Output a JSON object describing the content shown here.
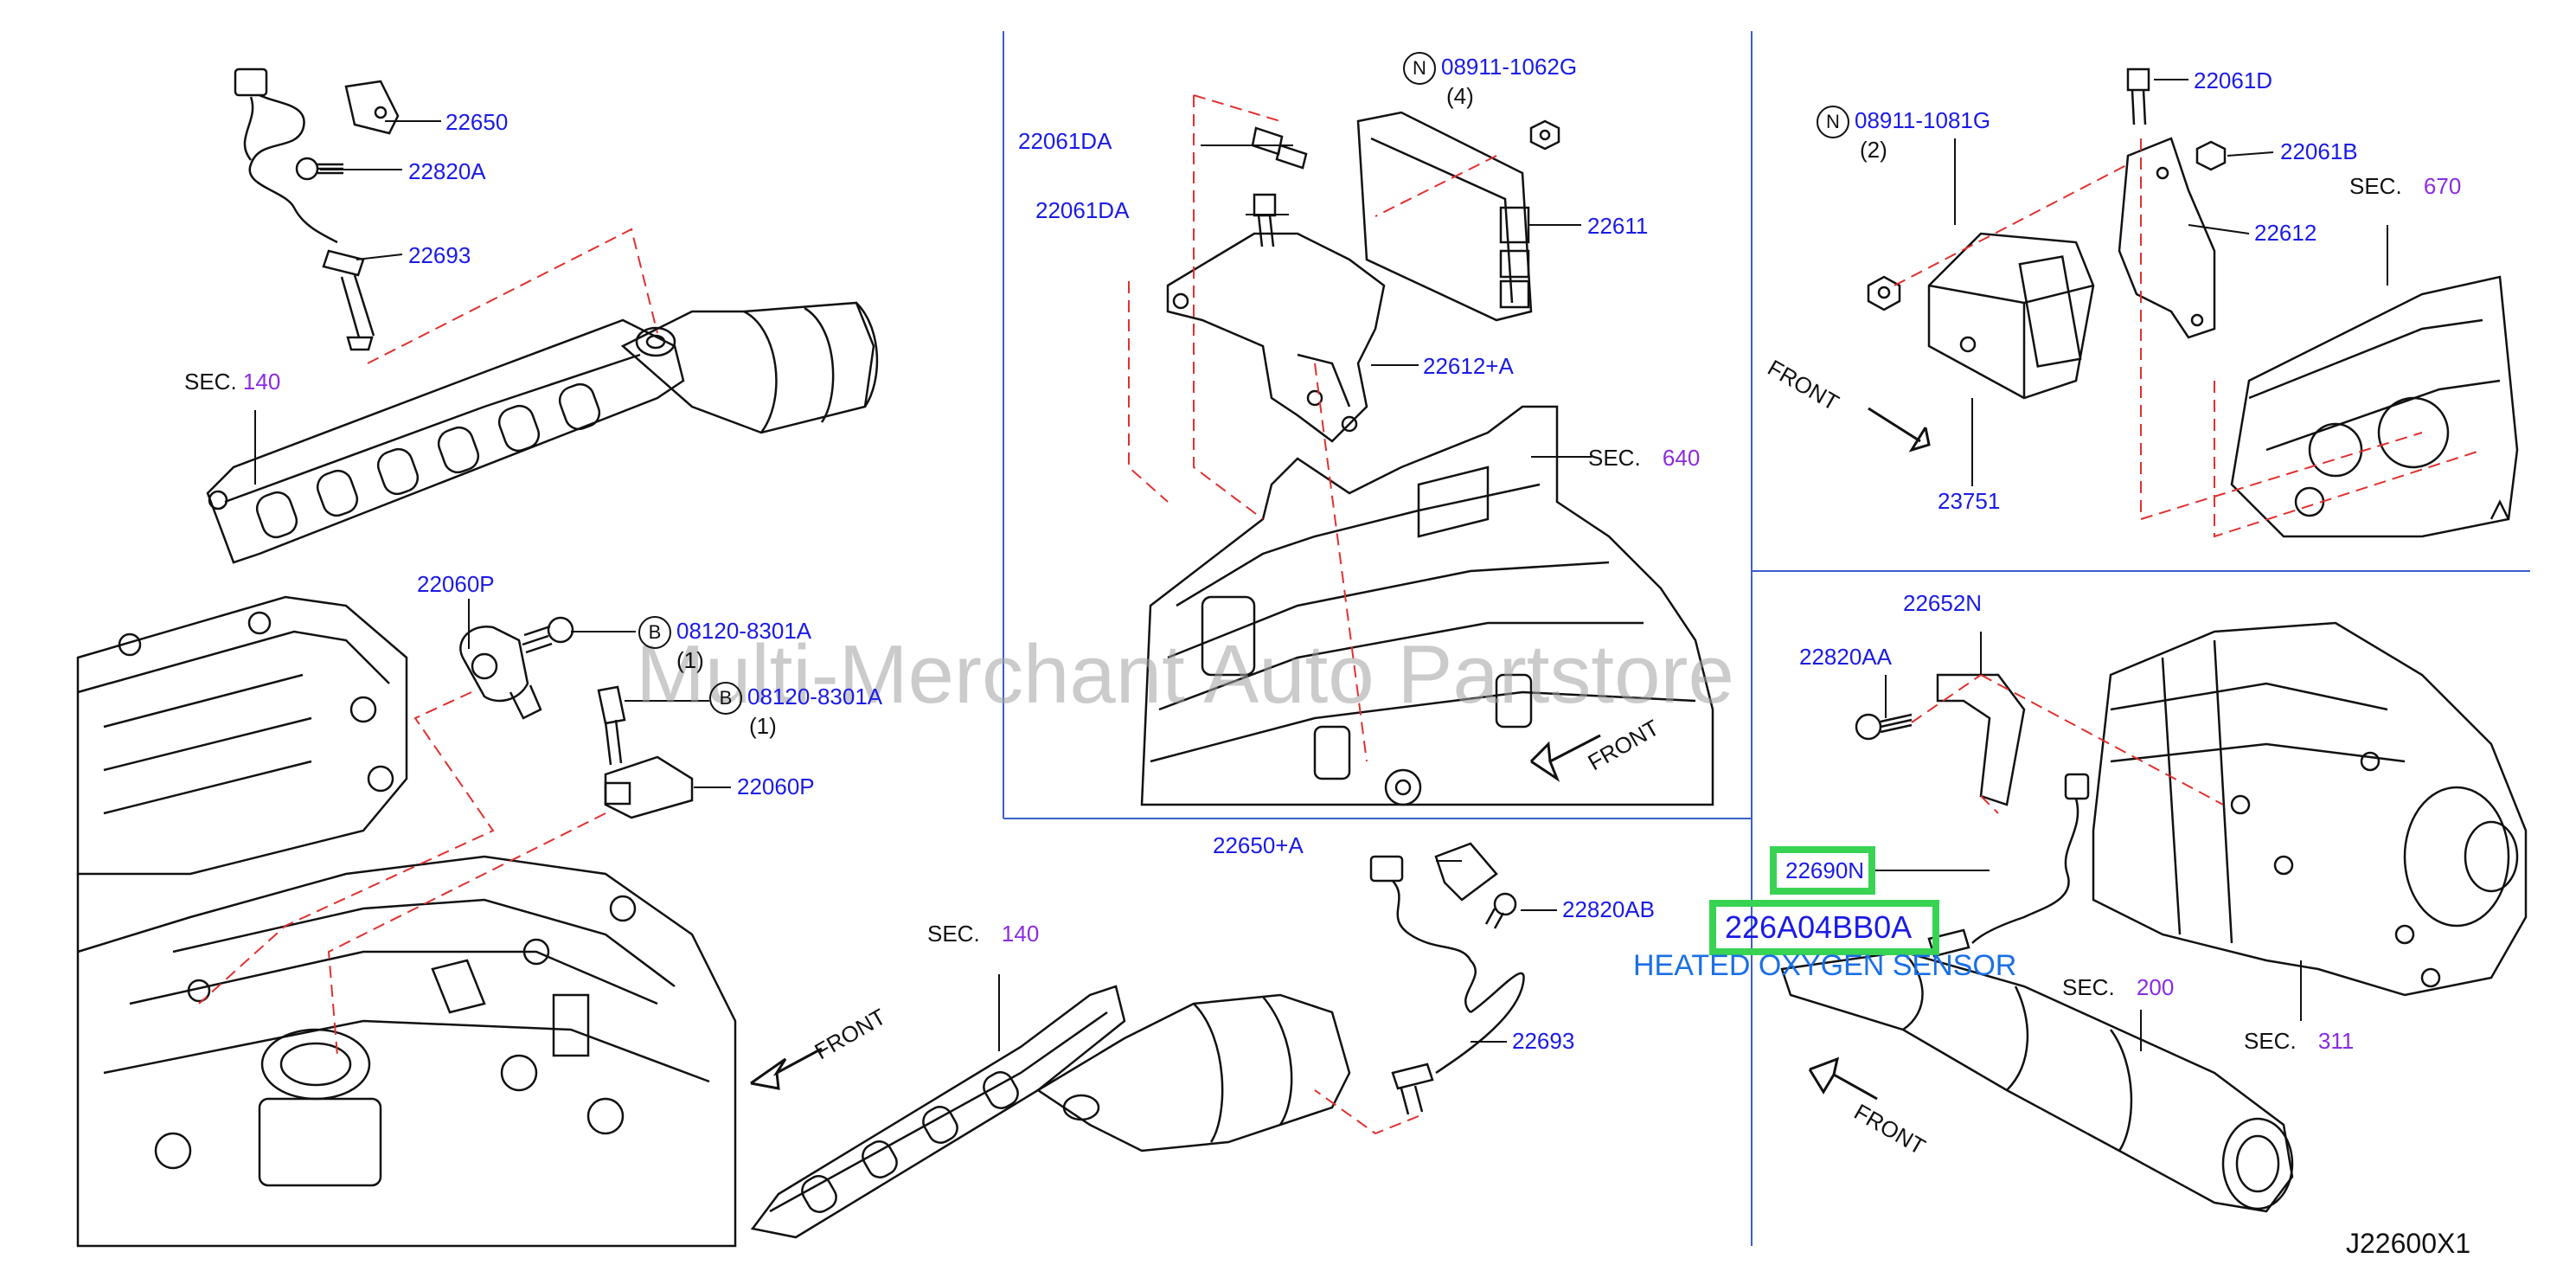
{
  "watermark": "Multi-Merchant Auto Partstore",
  "diagram_code": "J22600X1",
  "labels": {
    "p22650": "22650",
    "p22820A": "22820A",
    "p22693a": "22693",
    "p22060P_top": "22060P",
    "b08120_1": "08120-8301A",
    "b08120_1_qty": "(1)",
    "b08120_2": "08120-8301A",
    "b08120_2_qty": "(1)",
    "p22060P_bottom": "22060P",
    "p22061DA_1": "22061DA",
    "p22061DA_2": "22061DA",
    "n08911_1062G": "08911-1062G",
    "n08911_1062G_qty": "(4)",
    "p22611": "22611",
    "p22612A": "22612+A",
    "n08911_1081G": "08911-1081G",
    "n08911_1081G_qty": "(2)",
    "p22061D": "22061D",
    "p22061B": "22061B",
    "p22612": "22612",
    "p23751": "23751",
    "p22652N": "22652N",
    "p22820AA": "22820AA",
    "p22650A": "22650+A",
    "p22820AB": "22820AB",
    "p22693b": "22693",
    "p22690N": "22690N",
    "p226A04BB0A": "226A04BB0A",
    "sensor_caption": "HEATED OXYGEN SENSOR"
  },
  "sections": {
    "sec140_a": {
      "label": "SEC.",
      "num": "140"
    },
    "sec640": {
      "label": "SEC.",
      "num": "640"
    },
    "sec670": {
      "label": "SEC.",
      "num": "670"
    },
    "sec140_b": {
      "label": "SEC.",
      "num": "140"
    },
    "sec200": {
      "label": "SEC.",
      "num": "200"
    },
    "sec311": {
      "label": "SEC.",
      "num": "311"
    }
  },
  "front_label": "FRONT",
  "circle_letters": {
    "n": "N",
    "b": "B"
  },
  "colors": {
    "part_number": "#1a1ae6",
    "section_number": "#8a2be2",
    "highlight": "#39d353",
    "leader_dashed": "#e03030",
    "panel_border": "#3a5fcd"
  }
}
